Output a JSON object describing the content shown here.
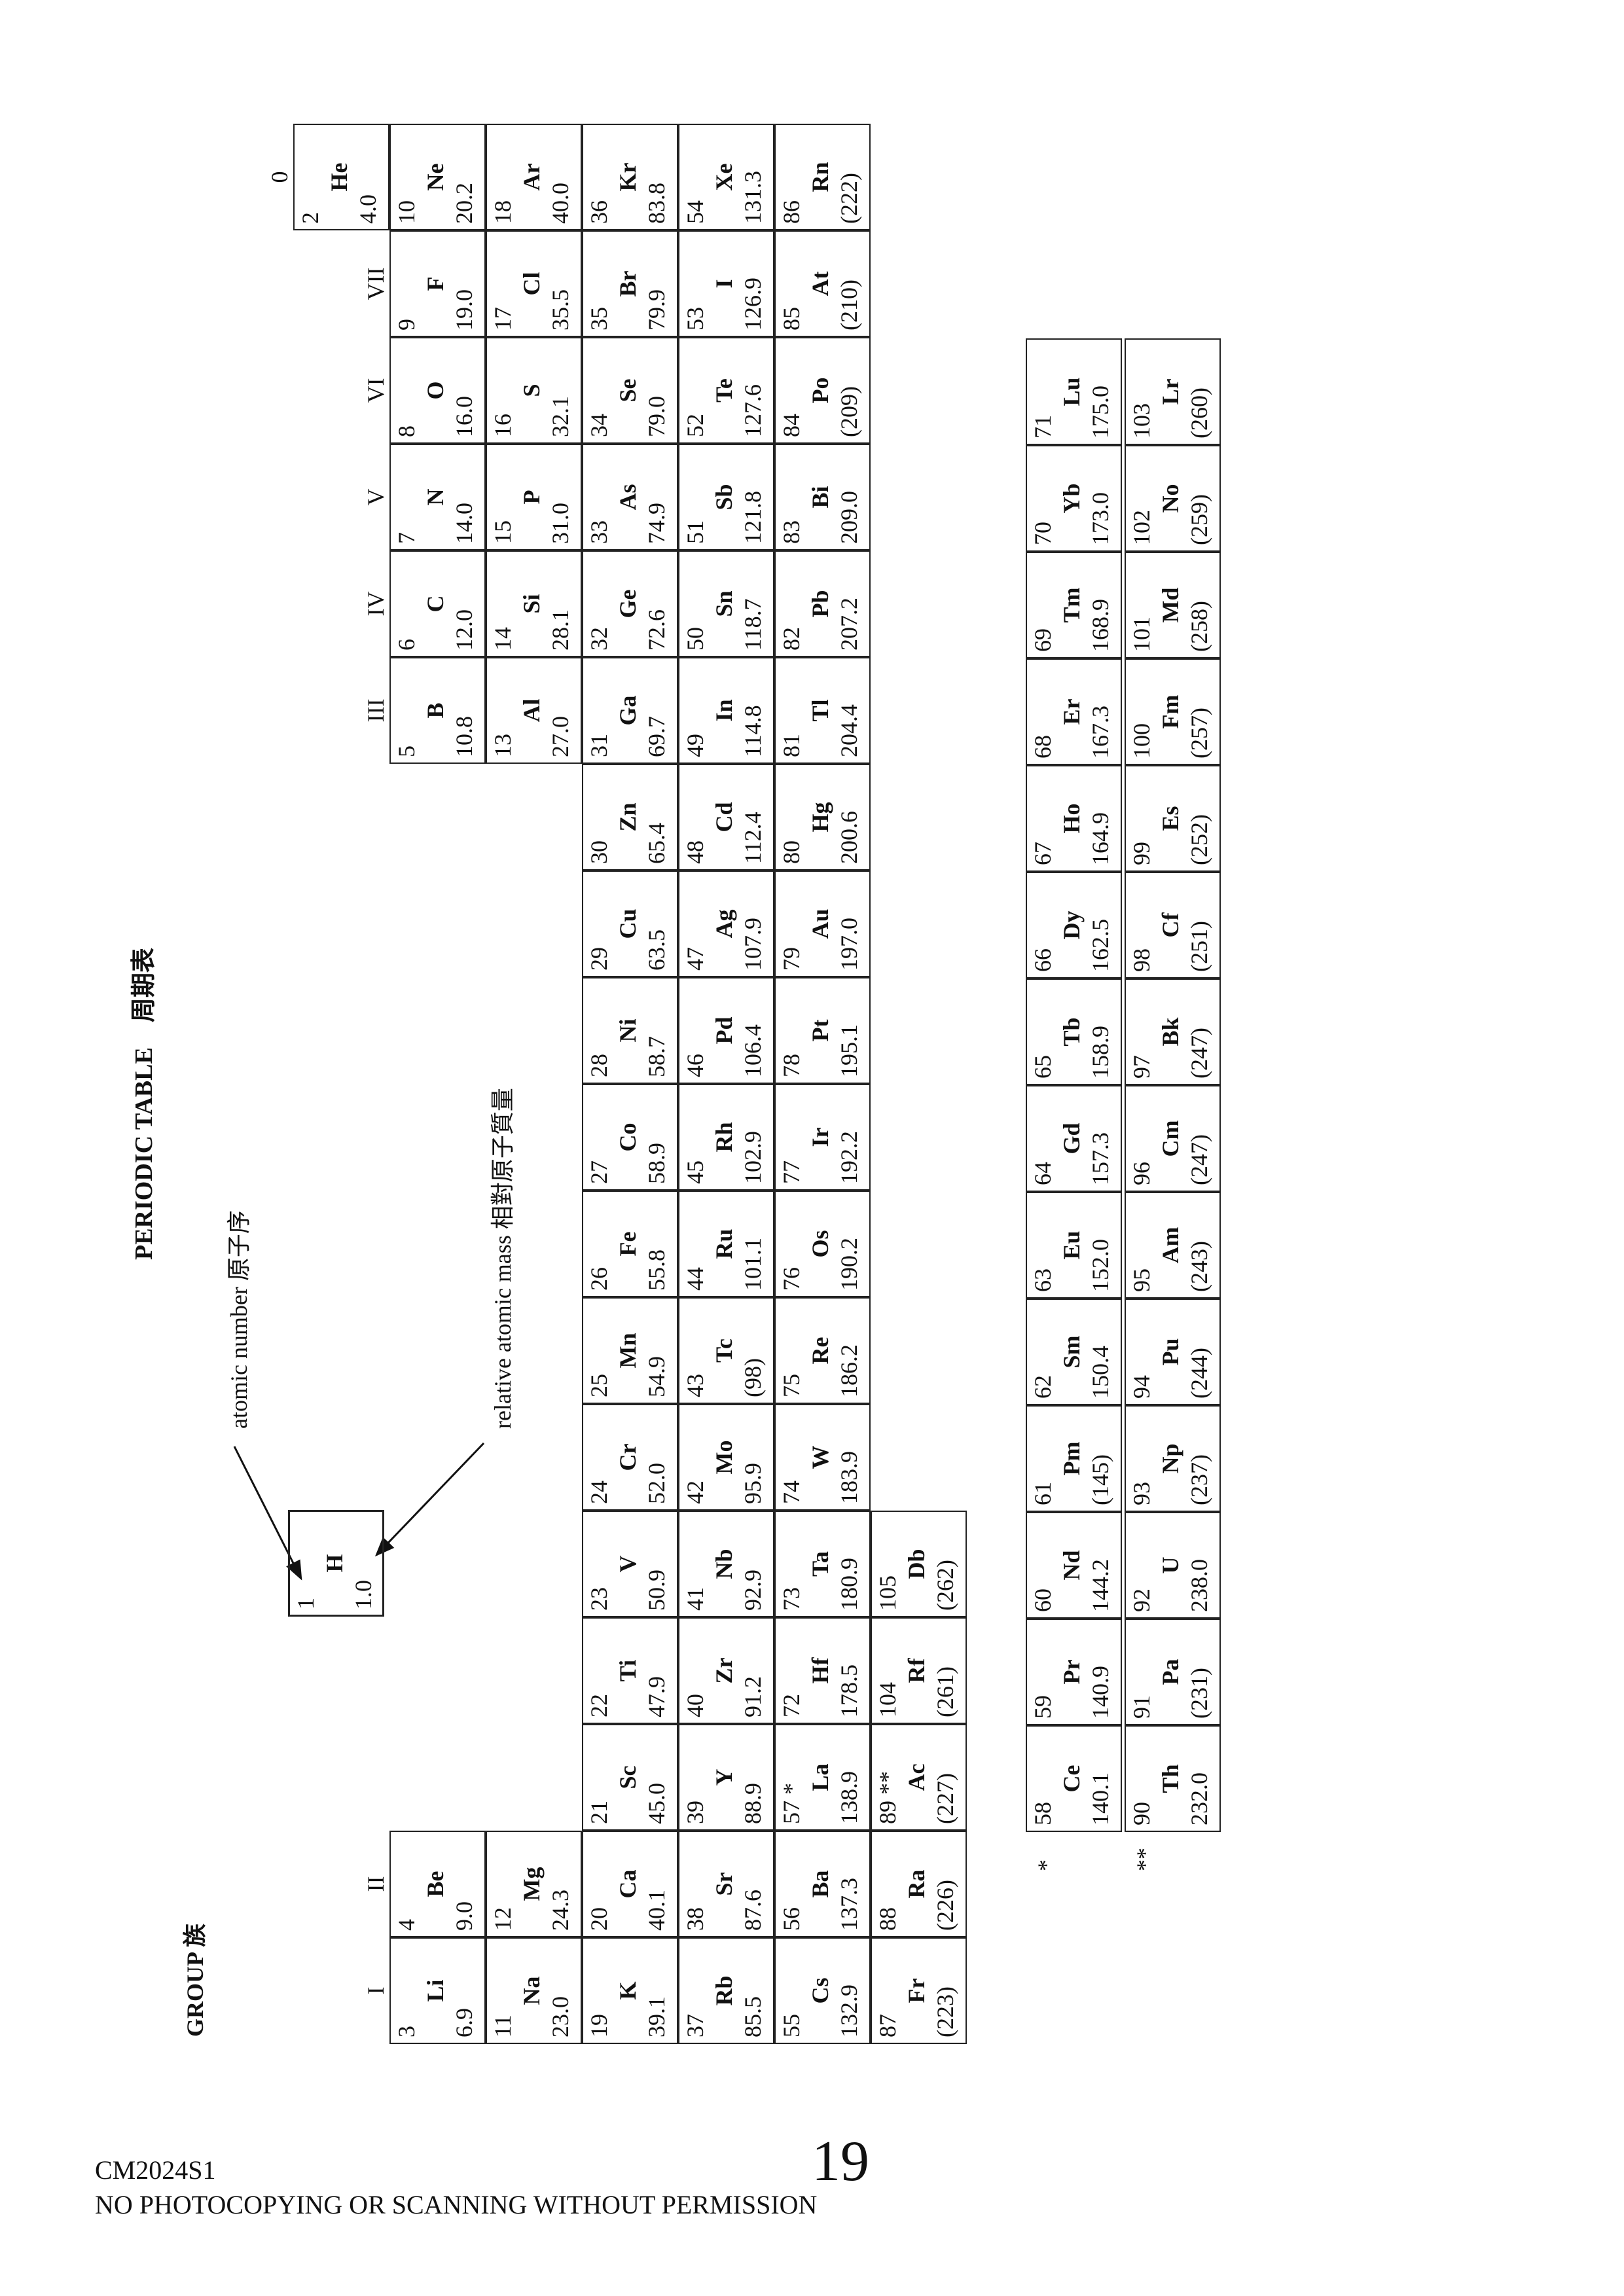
{
  "header": {
    "group_label": "GROUP 族",
    "title": "PERIODIC TABLE",
    "title_zh": "周期表",
    "atomic_number_label": "atomic number 原子序",
    "relative_mass_label": "relative atomic mass 相對原子質量"
  },
  "key": {
    "n": "1",
    "s": "H",
    "m": "1.0"
  },
  "group_labels": [
    {
      "g": 1,
      "label": "I"
    },
    {
      "g": 2,
      "label": "II"
    },
    {
      "g": 13,
      "label": "III"
    },
    {
      "g": 14,
      "label": "IV"
    },
    {
      "g": 15,
      "label": "V"
    },
    {
      "g": 16,
      "label": "VI"
    },
    {
      "g": 17,
      "label": "VII"
    },
    {
      "g": 18,
      "label": "0"
    }
  ],
  "table": {
    "periods": [
      {
        "elements": [
          {
            "g": 18,
            "n": "2",
            "s": "He",
            "m": "4.0"
          }
        ]
      },
      {
        "elements": [
          {
            "g": 1,
            "n": "3",
            "s": "Li",
            "m": "6.9"
          },
          {
            "g": 2,
            "n": "4",
            "s": "Be",
            "m": "9.0"
          },
          {
            "g": 13,
            "n": "5",
            "s": "B",
            "m": "10.8"
          },
          {
            "g": 14,
            "n": "6",
            "s": "C",
            "m": "12.0"
          },
          {
            "g": 15,
            "n": "7",
            "s": "N",
            "m": "14.0"
          },
          {
            "g": 16,
            "n": "8",
            "s": "O",
            "m": "16.0"
          },
          {
            "g": 17,
            "n": "9",
            "s": "F",
            "m": "19.0"
          },
          {
            "g": 18,
            "n": "10",
            "s": "Ne",
            "m": "20.2"
          }
        ]
      },
      {
        "elements": [
          {
            "g": 1,
            "n": "11",
            "s": "Na",
            "m": "23.0"
          },
          {
            "g": 2,
            "n": "12",
            "s": "Mg",
            "m": "24.3"
          },
          {
            "g": 13,
            "n": "13",
            "s": "Al",
            "m": "27.0"
          },
          {
            "g": 14,
            "n": "14",
            "s": "Si",
            "m": "28.1"
          },
          {
            "g": 15,
            "n": "15",
            "s": "P",
            "m": "31.0"
          },
          {
            "g": 16,
            "n": "16",
            "s": "S",
            "m": "32.1"
          },
          {
            "g": 17,
            "n": "17",
            "s": "Cl",
            "m": "35.5"
          },
          {
            "g": 18,
            "n": "18",
            "s": "Ar",
            "m": "40.0"
          }
        ]
      },
      {
        "elements": [
          {
            "g": 1,
            "n": "19",
            "s": "K",
            "m": "39.1"
          },
          {
            "g": 2,
            "n": "20",
            "s": "Ca",
            "m": "40.1"
          },
          {
            "g": 3,
            "n": "21",
            "s": "Sc",
            "m": "45.0"
          },
          {
            "g": 4,
            "n": "22",
            "s": "Ti",
            "m": "47.9"
          },
          {
            "g": 5,
            "n": "23",
            "s": "V",
            "m": "50.9"
          },
          {
            "g": 6,
            "n": "24",
            "s": "Cr",
            "m": "52.0"
          },
          {
            "g": 7,
            "n": "25",
            "s": "Mn",
            "m": "54.9"
          },
          {
            "g": 8,
            "n": "26",
            "s": "Fe",
            "m": "55.8"
          },
          {
            "g": 9,
            "n": "27",
            "s": "Co",
            "m": "58.9"
          },
          {
            "g": 10,
            "n": "28",
            "s": "Ni",
            "m": "58.7"
          },
          {
            "g": 11,
            "n": "29",
            "s": "Cu",
            "m": "63.5"
          },
          {
            "g": 12,
            "n": "30",
            "s": "Zn",
            "m": "65.4"
          },
          {
            "g": 13,
            "n": "31",
            "s": "Ga",
            "m": "69.7"
          },
          {
            "g": 14,
            "n": "32",
            "s": "Ge",
            "m": "72.6"
          },
          {
            "g": 15,
            "n": "33",
            "s": "As",
            "m": "74.9"
          },
          {
            "g": 16,
            "n": "34",
            "s": "Se",
            "m": "79.0"
          },
          {
            "g": 17,
            "n": "35",
            "s": "Br",
            "m": "79.9"
          },
          {
            "g": 18,
            "n": "36",
            "s": "Kr",
            "m": "83.8"
          }
        ]
      },
      {
        "elements": [
          {
            "g": 1,
            "n": "37",
            "s": "Rb",
            "m": "85.5"
          },
          {
            "g": 2,
            "n": "38",
            "s": "Sr",
            "m": "87.6"
          },
          {
            "g": 3,
            "n": "39",
            "s": "Y",
            "m": "88.9"
          },
          {
            "g": 4,
            "n": "40",
            "s": "Zr",
            "m": "91.2"
          },
          {
            "g": 5,
            "n": "41",
            "s": "Nb",
            "m": "92.9"
          },
          {
            "g": 6,
            "n": "42",
            "s": "Mo",
            "m": "95.9"
          },
          {
            "g": 7,
            "n": "43",
            "s": "Tc",
            "m": "(98)"
          },
          {
            "g": 8,
            "n": "44",
            "s": "Ru",
            "m": "101.1"
          },
          {
            "g": 9,
            "n": "45",
            "s": "Rh",
            "m": "102.9"
          },
          {
            "g": 10,
            "n": "46",
            "s": "Pd",
            "m": "106.4"
          },
          {
            "g": 11,
            "n": "47",
            "s": "Ag",
            "m": "107.9"
          },
          {
            "g": 12,
            "n": "48",
            "s": "Cd",
            "m": "112.4"
          },
          {
            "g": 13,
            "n": "49",
            "s": "In",
            "m": "114.8"
          },
          {
            "g": 14,
            "n": "50",
            "s": "Sn",
            "m": "118.7"
          },
          {
            "g": 15,
            "n": "51",
            "s": "Sb",
            "m": "121.8"
          },
          {
            "g": 16,
            "n": "52",
            "s": "Te",
            "m": "127.6"
          },
          {
            "g": 17,
            "n": "53",
            "s": "I",
            "m": "126.9"
          },
          {
            "g": 18,
            "n": "54",
            "s": "Xe",
            "m": "131.3"
          }
        ]
      },
      {
        "elements": [
          {
            "g": 1,
            "n": "55",
            "s": "Cs",
            "m": "132.9"
          },
          {
            "g": 2,
            "n": "56",
            "s": "Ba",
            "m": "137.3"
          },
          {
            "g": 3,
            "n": "57 *",
            "s": "La",
            "m": "138.9"
          },
          {
            "g": 4,
            "n": "72",
            "s": "Hf",
            "m": "178.5"
          },
          {
            "g": 5,
            "n": "73",
            "s": "Ta",
            "m": "180.9"
          },
          {
            "g": 6,
            "n": "74",
            "s": "W",
            "m": "183.9"
          },
          {
            "g": 7,
            "n": "75",
            "s": "Re",
            "m": "186.2"
          },
          {
            "g": 8,
            "n": "76",
            "s": "Os",
            "m": "190.2"
          },
          {
            "g": 9,
            "n": "77",
            "s": "Ir",
            "m": "192.2"
          },
          {
            "g": 10,
            "n": "78",
            "s": "Pt",
            "m": "195.1"
          },
          {
            "g": 11,
            "n": "79",
            "s": "Au",
            "m": "197.0"
          },
          {
            "g": 12,
            "n": "80",
            "s": "Hg",
            "m": "200.6"
          },
          {
            "g": 13,
            "n": "81",
            "s": "Tl",
            "m": "204.4"
          },
          {
            "g": 14,
            "n": "82",
            "s": "Pb",
            "m": "207.2"
          },
          {
            "g": 15,
            "n": "83",
            "s": "Bi",
            "m": "209.0"
          },
          {
            "g": 16,
            "n": "84",
            "s": "Po",
            "m": "(209)"
          },
          {
            "g": 17,
            "n": "85",
            "s": "At",
            "m": "(210)"
          },
          {
            "g": 18,
            "n": "86",
            "s": "Rn",
            "m": "(222)"
          }
        ]
      },
      {
        "elements": [
          {
            "g": 1,
            "n": "87",
            "s": "Fr",
            "m": "(223)"
          },
          {
            "g": 2,
            "n": "88",
            "s": "Ra",
            "m": "(226)"
          },
          {
            "g": 3,
            "n": "89 **",
            "s": "Ac",
            "m": "(227)"
          },
          {
            "g": 4,
            "n": "104",
            "s": "Rf",
            "m": "(261)"
          },
          {
            "g": 5,
            "n": "105",
            "s": "Db",
            "m": "(262)"
          }
        ]
      }
    ]
  },
  "series": [
    {
      "marker": "*",
      "elements": [
        {
          "n": "58",
          "s": "Ce",
          "m": "140.1"
        },
        {
          "n": "59",
          "s": "Pr",
          "m": "140.9"
        },
        {
          "n": "60",
          "s": "Nd",
          "m": "144.2"
        },
        {
          "n": "61",
          "s": "Pm",
          "m": "(145)"
        },
        {
          "n": "62",
          "s": "Sm",
          "m": "150.4"
        },
        {
          "n": "63",
          "s": "Eu",
          "m": "152.0"
        },
        {
          "n": "64",
          "s": "Gd",
          "m": "157.3"
        },
        {
          "n": "65",
          "s": "Tb",
          "m": "158.9"
        },
        {
          "n": "66",
          "s": "Dy",
          "m": "162.5"
        },
        {
          "n": "67",
          "s": "Ho",
          "m": "164.9"
        },
        {
          "n": "68",
          "s": "Er",
          "m": "167.3"
        },
        {
          "n": "69",
          "s": "Tm",
          "m": "168.9"
        },
        {
          "n": "70",
          "s": "Yb",
          "m": "173.0"
        },
        {
          "n": "71",
          "s": "Lu",
          "m": "175.0"
        }
      ]
    },
    {
      "marker": "**",
      "elements": [
        {
          "n": "90",
          "s": "Th",
          "m": "232.0"
        },
        {
          "n": "91",
          "s": "Pa",
          "m": "(231)"
        },
        {
          "n": "92",
          "s": "U",
          "m": "238.0"
        },
        {
          "n": "93",
          "s": "Np",
          "m": "(237)"
        },
        {
          "n": "94",
          "s": "Pu",
          "m": "(244)"
        },
        {
          "n": "95",
          "s": "Am",
          "m": "(243)"
        },
        {
          "n": "96",
          "s": "Cm",
          "m": "(247)"
        },
        {
          "n": "97",
          "s": "Bk",
          "m": "(247)"
        },
        {
          "n": "98",
          "s": "Cf",
          "m": "(251)"
        },
        {
          "n": "99",
          "s": "Es",
          "m": "(252)"
        },
        {
          "n": "100",
          "s": "Fm",
          "m": "(257)"
        },
        {
          "n": "101",
          "s": "Md",
          "m": "(258)"
        },
        {
          "n": "102",
          "s": "No",
          "m": "(259)"
        },
        {
          "n": "103",
          "s": "Lr",
          "m": "(260)"
        }
      ]
    }
  ],
  "footer": {
    "code": "CM2024S1",
    "page_number": "19",
    "notice": "NO PHOTOCOPYING OR SCANNING WITHOUT PERMISSION"
  }
}
